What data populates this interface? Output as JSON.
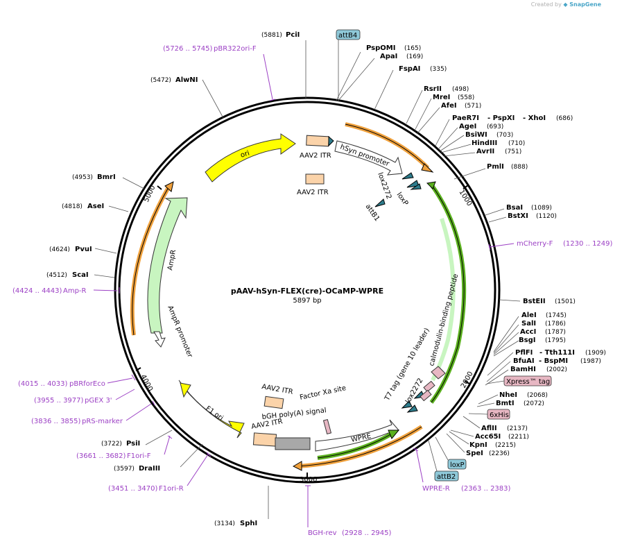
{
  "credit": {
    "prefix": "Created by",
    "brand": "SnapGene"
  },
  "plasmid": {
    "name": "pAAV-hSyn-FLEX(cre)-OCaMP-WPRE",
    "size": "5897 bp"
  },
  "ticks": [
    "1000",
    "2000",
    "3000",
    "4000",
    "5000"
  ],
  "enzymes": [
    {
      "name": "PciI",
      "pos": "(5881)"
    },
    {
      "name": "PspOMI",
      "pos": "(165)"
    },
    {
      "name": "ApaI",
      "pos": "(169)"
    },
    {
      "name": "FspAI",
      "pos": "(335)"
    },
    {
      "name": "RsrII",
      "pos": "(498)"
    },
    {
      "name": "MreI",
      "pos": "(558)"
    },
    {
      "name": "AfeI",
      "pos": "(571)"
    },
    {
      "name": "PaeR7I",
      "pos": ""
    },
    {
      "name": "- PspXI",
      "pos": ""
    },
    {
      "name": "- XhoI",
      "pos": "(686)"
    },
    {
      "name": "AgeI",
      "pos": "(693)"
    },
    {
      "name": "BsiWI",
      "pos": "(703)"
    },
    {
      "name": "HindIII",
      "pos": "(710)"
    },
    {
      "name": "AvrII",
      "pos": "(751)"
    },
    {
      "name": "PmlI",
      "pos": "(888)"
    },
    {
      "name": "BsaI",
      "pos": "(1089)"
    },
    {
      "name": "BstXI",
      "pos": "(1120)"
    },
    {
      "name": "BstEII",
      "pos": "(1501)"
    },
    {
      "name": "AleI",
      "pos": "(1745)"
    },
    {
      "name": "SalI",
      "pos": "(1786)"
    },
    {
      "name": "AccI",
      "pos": "(1787)"
    },
    {
      "name": "BsgI",
      "pos": "(1795)"
    },
    {
      "name": "PflFI",
      "pos": ""
    },
    {
      "name": "- Tth111I",
      "pos": "(1909)"
    },
    {
      "name": "BfuAI",
      "pos": ""
    },
    {
      "name": "- BspMI",
      "pos": "(1987)"
    },
    {
      "name": "BamHI",
      "pos": "(2002)"
    },
    {
      "name": "NheI",
      "pos": "(2068)"
    },
    {
      "name": "BmtI",
      "pos": "(2072)"
    },
    {
      "name": "AflII",
      "pos": "(2137)"
    },
    {
      "name": "Acc65I",
      "pos": "(2211)"
    },
    {
      "name": "KpnI",
      "pos": "(2215)"
    },
    {
      "name": "SpeI",
      "pos": "(2236)"
    },
    {
      "name": "SphI",
      "pos": "(3134)"
    },
    {
      "name": "DraIII",
      "pos": "(3597)"
    },
    {
      "name": "PsiI",
      "pos": "(3722)"
    },
    {
      "name": "ScaI",
      "pos": "(4512)"
    },
    {
      "name": "PvuI",
      "pos": "(4624)"
    },
    {
      "name": "AseI",
      "pos": "(4818)"
    },
    {
      "name": "BmrI",
      "pos": "(4953)"
    },
    {
      "name": "AlwNI",
      "pos": "(5472)"
    }
  ],
  "primers": [
    {
      "name": "pBR322ori-F",
      "range": "(5726 .. 5745)"
    },
    {
      "name": "mCherry-F",
      "range": "(1230 .. 1249)"
    },
    {
      "name": "Amp-R",
      "range": "(4424 .. 4443)"
    },
    {
      "name": "pBRforEco",
      "range": "(4015 .. 4033)"
    },
    {
      "name": "pGEX 3'",
      "range": "(3955 .. 3977)"
    },
    {
      "name": "pRS-marker",
      "range": "(3836 .. 3855)"
    },
    {
      "name": "F1ori-F",
      "range": "(3661 .. 3682)"
    },
    {
      "name": "F1ori-R",
      "range": "(3451 .. 3470)"
    },
    {
      "name": "BGH-rev",
      "range": "(2928 .. 2945)"
    },
    {
      "name": "WPRE-R",
      "range": "(2363 .. 2383)"
    }
  ],
  "boxed_features": {
    "attB4": "attB4",
    "xpress": "Xpress™ tag",
    "his": "6xHis",
    "loxP": "loxP",
    "attB2": "attB2"
  },
  "features": {
    "ori": "ori",
    "hsyn": "hSyn promoter",
    "aav2_itr_1": "AAV2 ITR",
    "aav2_itr_2": "AAV2 ITR",
    "aav2_itr_3": "AAV2 ITR",
    "aav2_itr_4": "AAV2 ITR",
    "lox2272_1": "lox2272",
    "loxp_inner": "loxP",
    "attb1": "attB1",
    "ampr": "AmpR",
    "ampr_promoter": "AmpR promoter",
    "calmodulin": "calmodulin-binding peptide",
    "t7tag": "T7 tag (gene 10 leader)",
    "lox2272_2": "lox2272",
    "factor_xa": "Factor Xa site",
    "bgh": "bGH poly(A) signal",
    "wpre": "WPRE",
    "f1ori": "F1 ori"
  },
  "colors": {
    "backbone": "#000000",
    "ori": "#ffff00",
    "orange_arc": "#f0a13c",
    "green_arc": "#5ab01e",
    "ampr": "#c8f5c0",
    "itr": "#fbd3a9",
    "lox": "#2e7c8c",
    "primer": "#9b3fc4",
    "pink_box": "#e7b7c3",
    "blue_box": "#8ec8d8"
  }
}
